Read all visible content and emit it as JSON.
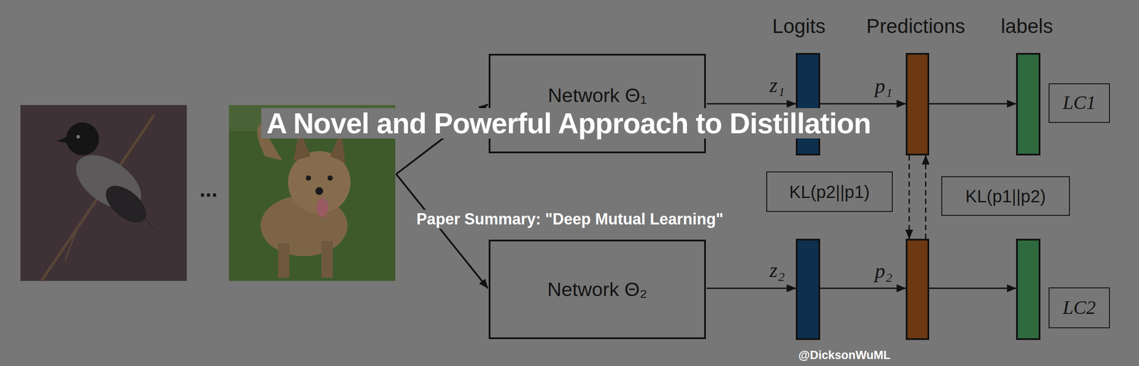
{
  "diagram": {
    "title": "A Novel and Powerful Approach to Distillation",
    "nodes": [
      {
        "text": [
          "Network Θ₁"
        ]
      },
      {
        "text": [
          "LC1"
        ]
      },
      {
        "text": [
          "KL(p2||p1)"
        ]
      },
      {
        "text": [
          "KL(p1||p2)"
        ]
      },
      {
        "text": [
          "Network Θ₂"
        ]
      },
      {
        "text": [
          "LC2"
        ]
      }
    ],
    "labels": [
      "Logits",
      "Predictions",
      "labels",
      "z₁",
      "p₁",
      "z₂",
      "p₂",
      "...",
      "Paper Summary: \"Deep Mutual Learning\"",
      "@DicksonWuML"
    ]
  }
}
